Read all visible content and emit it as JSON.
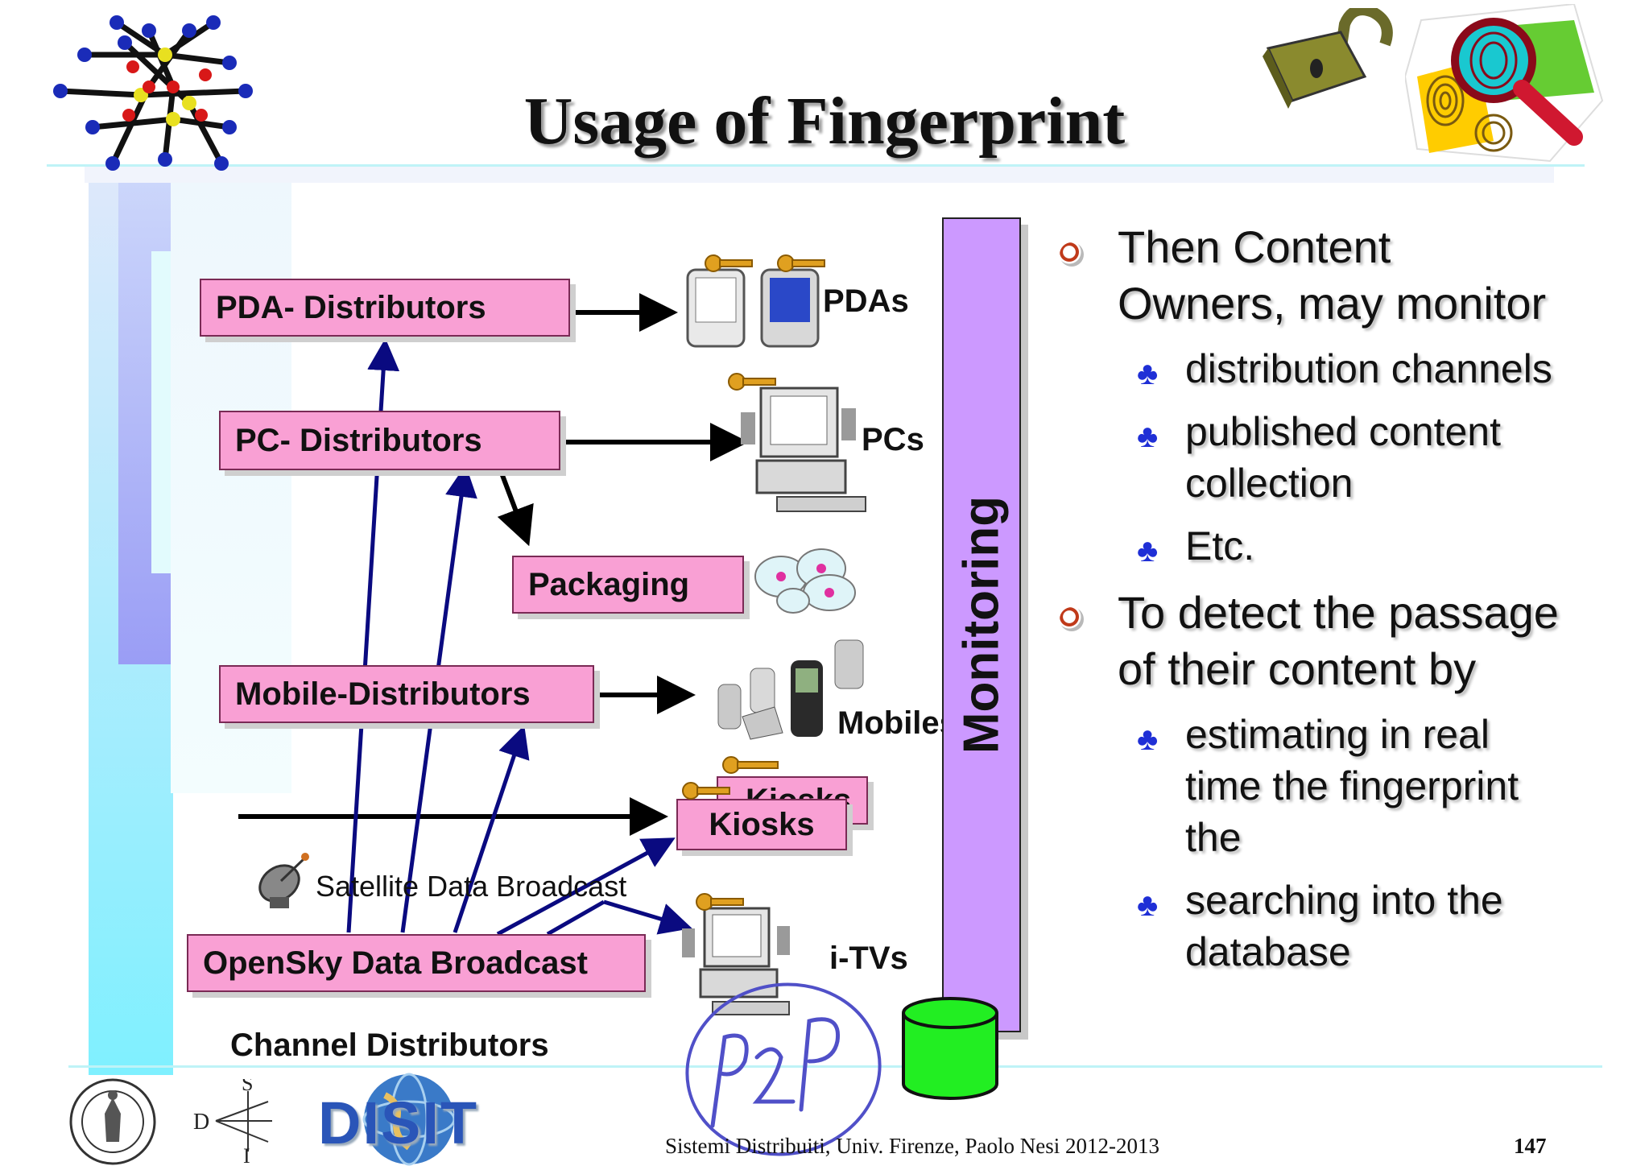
{
  "slide": {
    "title": "Usage of Fingerprint",
    "footer": "Sistemi Distribuiti, Univ. Firenze, Paolo Nesi 2012-2013",
    "page_number": "147"
  },
  "diagram": {
    "distributors": {
      "pda": "PDA- Distributors",
      "pc": "PC- Distributors",
      "packaging": "Packaging",
      "mobile": "Mobile-Distributors",
      "opensky": "OpenSky Data Broadcast",
      "kiosks_back": "Kiosks",
      "kiosks": "Kiosks"
    },
    "devices": {
      "pdas": "PDAs",
      "pcs": "PCs",
      "mobiles": "Mobiles",
      "itvs": "i-TVs"
    },
    "satellite_label": "Satellite Data Broadcast",
    "channel_label": "Channel Distributors",
    "monitoring_label": "Monitoring",
    "handwriting": "P2P"
  },
  "bullets": [
    {
      "lines": [
        "Then Content",
        "Owners, may monitor"
      ],
      "subitems": [
        {
          "lines": [
            "distribution channels"
          ]
        },
        {
          "lines": [
            "published content",
            "collection"
          ]
        },
        {
          "lines": [
            "Etc."
          ]
        }
      ]
    },
    {
      "lines": [
        "To detect the passage",
        "of their content by"
      ],
      "subitems": [
        {
          "lines": [
            "estimating in real",
            "time the fingerprint",
            "the"
          ]
        },
        {
          "lines": [
            "searching into the",
            "database"
          ]
        }
      ]
    }
  ],
  "logos": {
    "dsi_letters": [
      "D",
      "S",
      "I"
    ],
    "disit": "DISIT"
  },
  "colors": {
    "box_fill": "#f9a0d4",
    "monitor_fill": "#cc99ff",
    "db_fill": "#22ee22",
    "arrow_blue": "#0a0a80",
    "bullet_blue": "#1f2fd6"
  }
}
